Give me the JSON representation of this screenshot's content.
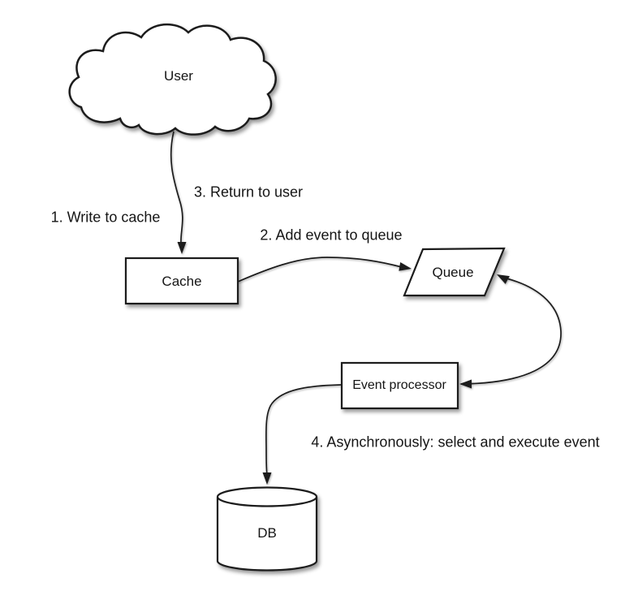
{
  "diagram": {
    "description": "Write-behind cache flow diagram",
    "colors": {
      "canvas_background": "#ffffff",
      "shape_fill": "#ffffff",
      "stroke": "#1e1e1e",
      "text": "#151515"
    },
    "nodes": [
      {
        "id": "user",
        "label": "User",
        "shape": "cloud"
      },
      {
        "id": "cache",
        "label": "Cache",
        "shape": "rectangle"
      },
      {
        "id": "queue",
        "label": "Queue",
        "shape": "parallelogram"
      },
      {
        "id": "event-processor",
        "label": "Event processor",
        "shape": "rectangle"
      },
      {
        "id": "db",
        "label": "DB",
        "shape": "cylinder"
      }
    ],
    "edge_labels": [
      {
        "text": "1. Write to cache"
      },
      {
        "text": "2. Add event to queue"
      },
      {
        "text": "3. Return to user"
      },
      {
        "text": "4. Asynchronously: select and execute event"
      }
    ],
    "edges": [
      {
        "from": "user",
        "to": "cache",
        "style": "arrow"
      },
      {
        "from": "cache",
        "to": "queue",
        "style": "arrow"
      },
      {
        "from": "queue",
        "to": "event-processor",
        "style": "double-arrow"
      },
      {
        "from": "event-processor",
        "to": "db",
        "style": "arrow"
      }
    ]
  }
}
